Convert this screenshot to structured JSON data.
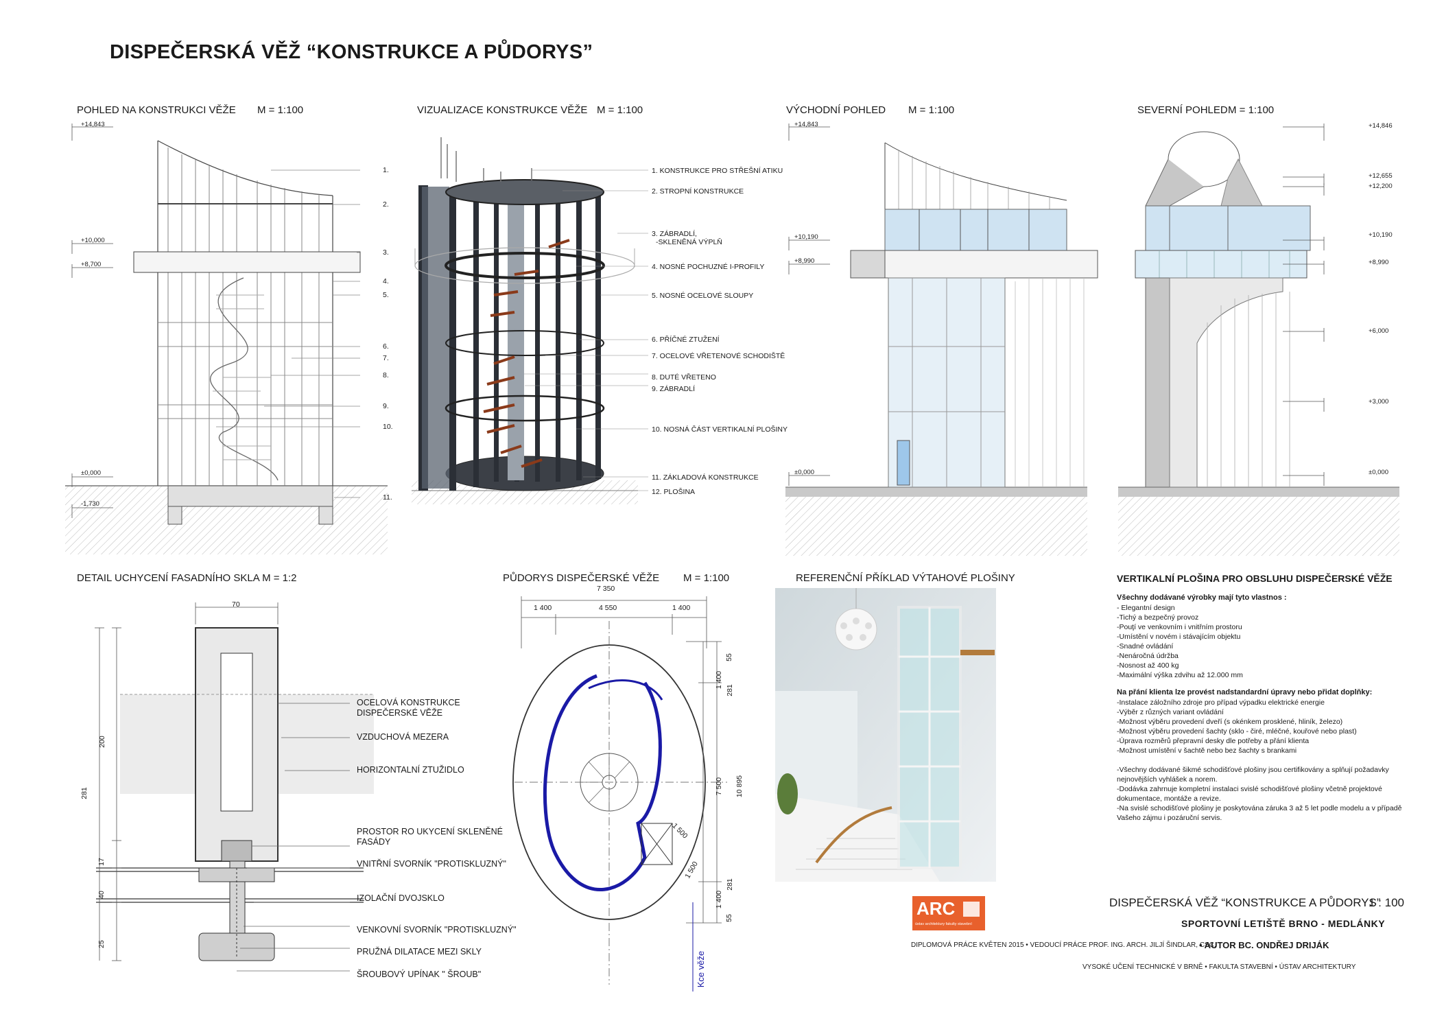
{
  "title": "DISPEČERSKÁ VĚŽ “KONSTRUKCE A PŮDORYS”",
  "panels": {
    "p1": {
      "title": "POHLED NA KONSTRUKCI VĚŽE",
      "scale": "M = 1:100"
    },
    "p2": {
      "title": "VIZUALIZACE KONSTRUKCE VĚŽE",
      "scale": "M = 1:100"
    },
    "p3": {
      "title": "VÝCHODNÍ POHLED",
      "scale": "M = 1:100"
    },
    "p4": {
      "title": "SEVERNÍ POHLED",
      "scale": "M = 1:100"
    },
    "p5": {
      "title": "DETAIL UCHYCENÍ FASADNÍHO SKLA M = 1:2"
    },
    "p6": {
      "title": "PŮDORYS DISPEČERSKÉ VĚŽE",
      "scale": "M = 1:100"
    },
    "p7": {
      "title": "REFERENČNÍ PŘÍKLAD VÝTAHOVÉ PLOŠINY"
    }
  },
  "levels_p1": [
    "+14,843",
    "+10,000",
    "+8,700",
    "±0,000",
    "-1,730"
  ],
  "numbers_p1": [
    "1.",
    "2.",
    "3.",
    "4.",
    "5.",
    "6.",
    "7.",
    "8.",
    "9.",
    "10.",
    "11."
  ],
  "legend_p2": [
    "1. KONSTRUKCE PRO STŘEŠNÍ ATIKU",
    "2. STROPNÍ KONSTRUKCE",
    "3. ZÁBRADLÍ,",
    "-SKLENĚNÁ VÝPLŇ",
    "4. NOSNÉ POCHUZNÉ I-PROFILY",
    "5. NOSNÉ OCELOVÉ SLOUPY",
    "6. PŘÍČNÉ ZTUŽENÍ",
    "7. OCELOVÉ VŘETENOVÉ SCHODIŠTĚ",
    "8. DUTÉ VŘETENO",
    "9. ZÁBRADLÍ",
    "10. NOSNÁ ČÁST VERTIKALNÍ PLOŠINY",
    "11. ZÁKLADOVÁ KONSTRUKCE",
    "12. PLOŠINA"
  ],
  "levels_p3": [
    "+14,843",
    "+10,190",
    "+8,990",
    "±0,000"
  ],
  "levels_p4": [
    "+14,846",
    "+12,655",
    "+12,200",
    "+10,190",
    "+8,990",
    "+6,000",
    "+3,000",
    "±0,000"
  ],
  "detail_labels": [
    "OCELOVÁ KONSTRUKCE",
    "DISPEČERSKÉ VĚŽE",
    "VZDUCHOVÁ MEZERA",
    "HORIZONTALNÍ ZTUŽIDLO",
    "PROSTOR RO UKYCENÍ SKLENĚNÉ",
    "FASÁDY",
    "VNITŘNÍ SVORNÍK \"PROTISKLUZNÝ\"",
    "IZOLAČNÍ DVOJSKLO",
    "VENKOVNÍ SVORNÍK \"PROTISKLUZNÝ\"",
    "PRUŽNÁ DILATACE MEZI SKLY",
    "ŠROUBOVÝ UPÍNAK \" ŠROUB\""
  ],
  "detail_dims": [
    "70",
    "200",
    "281",
    "17",
    "40",
    "25"
  ],
  "plan_dims": {
    "top_total": "7 350",
    "top_a": "1 400",
    "top_b": "4 550",
    "top_c": "1 400",
    "right_a": "55",
    "right_b": "1 400",
    "right_c": "281",
    "right_d": "7 500",
    "right_e": "10 895",
    "right_f": "281",
    "right_g": "1 400",
    "right_h": "55",
    "diag_a": "1 500",
    "diag_b": "1 500",
    "axis_label": "Kce věže"
  },
  "info": {
    "heading": "VERTIKALNÍ PLOŠINA PRO OBSLUHU DISPEČERSKÉ VĚŽE",
    "sub1": "Všechny dodávané výrobky mají tyto vlastnos  :",
    "list1": [
      "- Elegantní design",
      "-Tichý a bezpečný provoz",
      "-Pouţí   ve venkovním i vnitřním prostoru",
      "-Umístění v novém i stávajícím objektu",
      "-Snadné ovládání",
      "-Nenáročná údržba",
      "-Nosnost až 400 kg",
      "-Maximální výška zdvihu až 12.000 mm"
    ],
    "sub2": "Na přání klienta lze provést nadstandardní úpravy nebo přidat doplňky:",
    "list2": [
      "-Instalace záložního zdroje pro případ výpadku elektrické energie",
      "-Výběr z různých variant ovládání",
      "-Možnost výběru provedení dveří (s okénkem prosklené, hliník, železo)",
      "-Možnost výběru provedení šachty (sklo - čiré, mléčné, kouřové nebo plast)",
      "-Úprava rozměrů přepravní desky dle potřeby a přání klienta",
      "-Možnost umístění v šachtě nebo bez šachty s brankami"
    ],
    "list3": [
      "-Všechny dodávané šikmé schodišťové plošiny jsou certifikovány  a splňují požadavky",
      "nejnovějších vyhlášek a norem.",
      "-Dodávka zahrnuje kompletní instalaci svislé schodišťové plošiny včetně projektové",
      "dokumentace, montáže a revize.",
      "-Na svislé schodišťové plošiny je poskytována záruka 3 až 5 let podle modelu a v případě",
      "Vašeho zájmu i pozáruční servis."
    ]
  },
  "logo": {
    "text": "ARC",
    "sub": "ústav architektury fakulty stavební",
    "color": "#e8602c"
  },
  "credits": {
    "sheet": "DISPEČERSKÁ VĚŽ “KONSTRUKCE A PŮDORYS”",
    "scale": "1 : 100",
    "project": "SPORTOVNÍ LETIŠTĚ BRNO - MEDLÁNKY",
    "thesis": "DIPLOMOVÁ PRÁCE KVĚTEN 2015 • VEDOUCÍ PRÁCE  PROF. ING. ARCH. JILJÍ ŠINDLAR, CSC.",
    "author": "• AUTOR  BC. ONDŘEJ DRIJÁK",
    "school": "VYSOKÉ UČENÍ TECHNICKÉ V BRNĚ  •  FAKULTA STAVEBNÍ  •  ÚSTAV ARCHITEKTURY"
  },
  "colors": {
    "plan_blue": "#1a1aa6",
    "glass": "#cfe3f2",
    "lift_blue": "#9ec7ea"
  }
}
